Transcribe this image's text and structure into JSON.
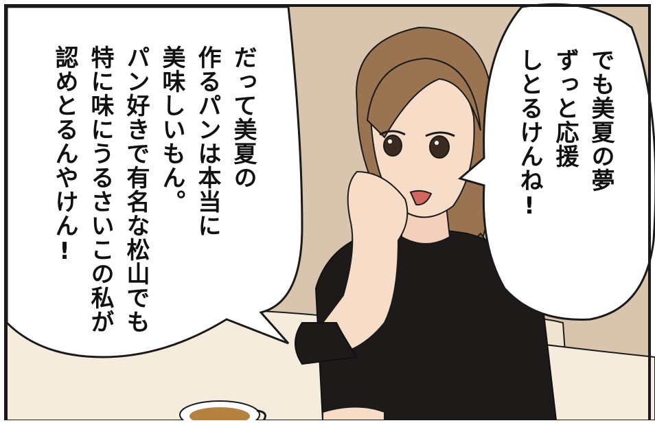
{
  "panel": {
    "speech_left": {
      "lines": [
        "だって美夏の",
        "作るパンは本当に",
        "美味しいもん。",
        "パン好きで有名な松山でも",
        "特に味にうるさいこの私が",
        "認めとるんやけん!"
      ]
    },
    "speech_right": {
      "lines": [
        "でも美夏の夢",
        "ずっと応援",
        "しとるけんね!"
      ]
    }
  },
  "colors": {
    "wall": "#d8c2aa",
    "table": "#f6ecdd",
    "hair": "#9a7350",
    "skin": "#f7dcc8",
    "shirt": "#1e1a1a",
    "outline": "#1a1a1a"
  }
}
